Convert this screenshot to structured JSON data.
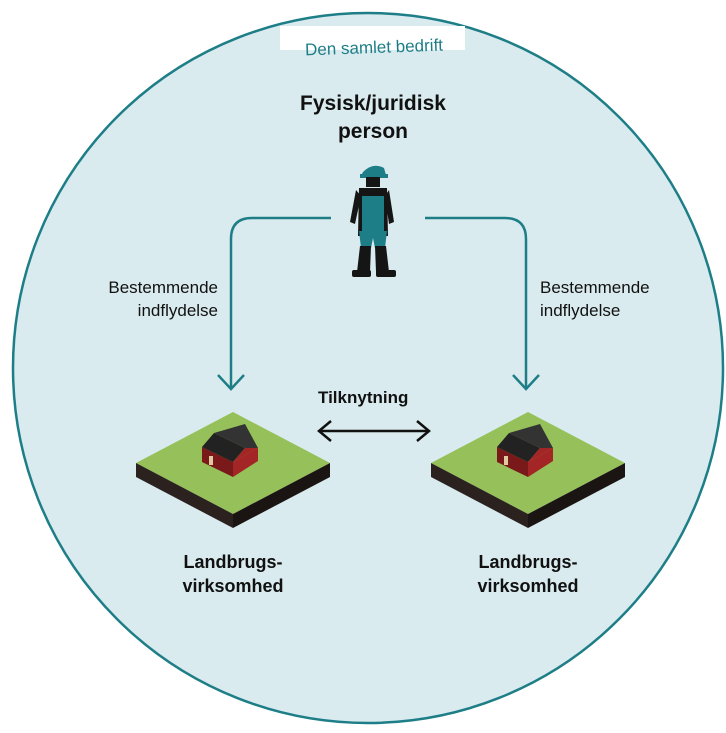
{
  "frame": {
    "label": "Den samlet bedrift"
  },
  "person": {
    "line1": "Fysisk/juridisk",
    "line2": "person"
  },
  "left_arrow": {
    "line1": "Bestemmende",
    "line2": "indflydelse"
  },
  "right_arrow": {
    "line1": "Bestemmende",
    "line2": "indflydelse"
  },
  "connection": {
    "label": "Tilknytning"
  },
  "left_farm": {
    "line1": "Landbrugs-",
    "line2": "virksomhed"
  },
  "right_farm": {
    "line1": "Landbrugs-",
    "line2": "virksomhed"
  },
  "colors": {
    "circle_fill": "#d9ebee",
    "accent": "#1e7e87",
    "grass": "#95c05a",
    "soil": "#2b2220",
    "barn_red": "#8f1f1f",
    "roof": "#2a2a2a"
  }
}
